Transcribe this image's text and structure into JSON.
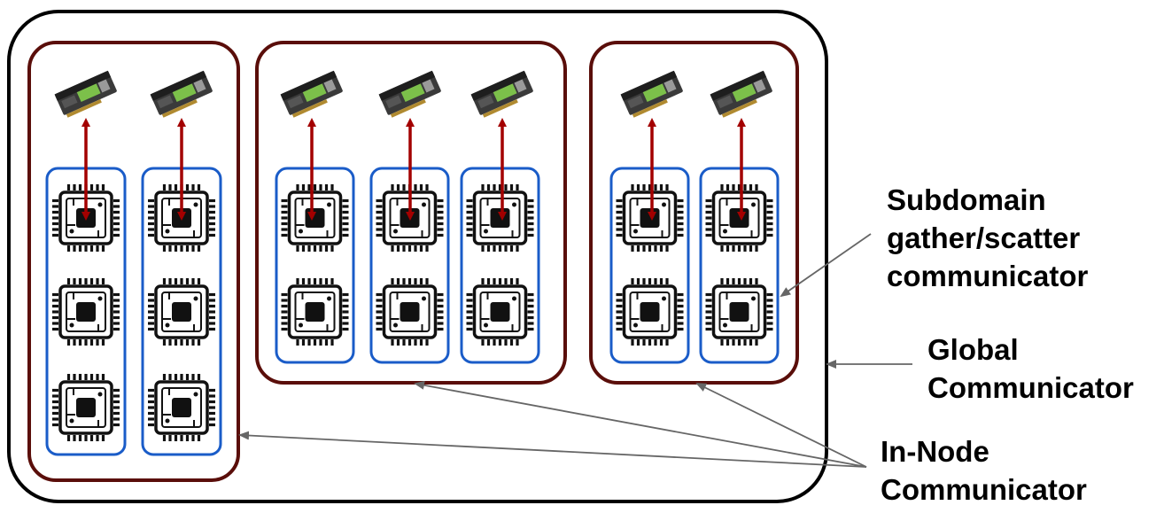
{
  "labels": {
    "subdomain": [
      "Subdomain",
      "gather/scatter",
      "communicator"
    ],
    "global": [
      "Global",
      "Communicator"
    ],
    "innode": [
      "In-Node",
      "Communicator"
    ]
  },
  "nodes": [
    {
      "gpus": 2,
      "groups": [
        {
          "cpus": 3
        },
        {
          "cpus": 3
        }
      ]
    },
    {
      "gpus": 3,
      "groups": [
        {
          "cpus": 2
        },
        {
          "cpus": 2
        },
        {
          "cpus": 2
        }
      ]
    },
    {
      "gpus": 2,
      "groups": [
        {
          "cpus": 2
        },
        {
          "cpus": 2
        }
      ]
    }
  ],
  "colors": {
    "global_border": "#000000",
    "node_border": "#5a0e0a",
    "subdomain_border": "#1a5cc8",
    "gpu_link": "#a30000",
    "pointer": "#666666",
    "gpu_body": "#3a3a3a",
    "gpu_accent": "#7cc04a"
  },
  "icons": {
    "gpu": "gpu-card-icon",
    "cpu": "cpu-chip-icon"
  }
}
